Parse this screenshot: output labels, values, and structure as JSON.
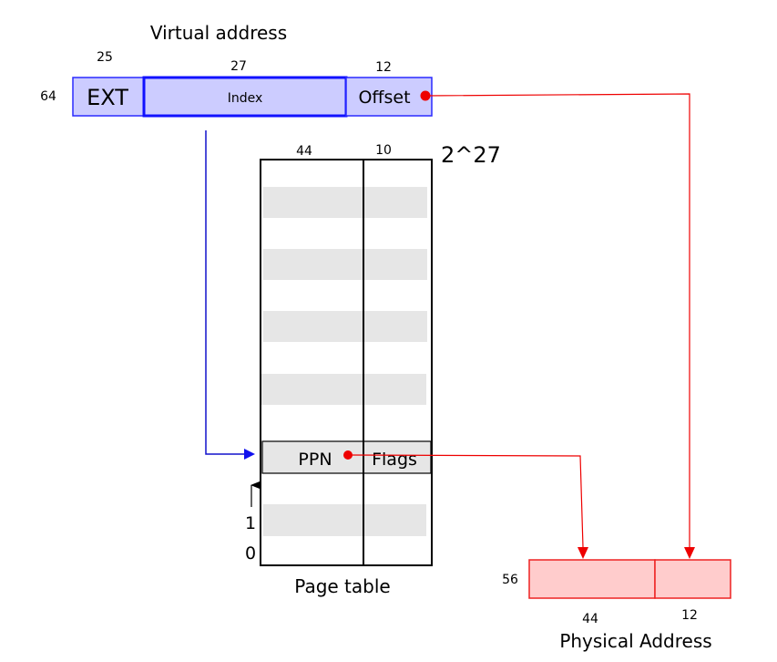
{
  "virtual_address": {
    "title": "Virtual address",
    "total_bits": "64",
    "fields": {
      "ext": {
        "label": "EXT",
        "bits": "25"
      },
      "index": {
        "label": "Index",
        "bits": "27"
      },
      "offset": {
        "label": "Offset",
        "bits": "12"
      }
    }
  },
  "page_table": {
    "title": "Page table",
    "entries_label": "2^27",
    "ppn_bits": "44",
    "flags_bits": "10",
    "entry": {
      "ppn_label": "PPN",
      "flags_label": "Flags"
    },
    "row_labels": {
      "one": "1",
      "zero": "0"
    }
  },
  "physical_address": {
    "title": "Physical Address",
    "total_bits": "56",
    "ppn_bits": "44",
    "offset_bits": "12"
  },
  "colors": {
    "virtual_fill": "#ccccff",
    "virtual_stroke": "#1f1fff",
    "physical_fill": "#ffcccc",
    "physical_stroke": "#ff1f1f",
    "index_arrow": "#0000cc",
    "offset_arrow": "#e00000",
    "row_shade": "#e6e6e6"
  }
}
